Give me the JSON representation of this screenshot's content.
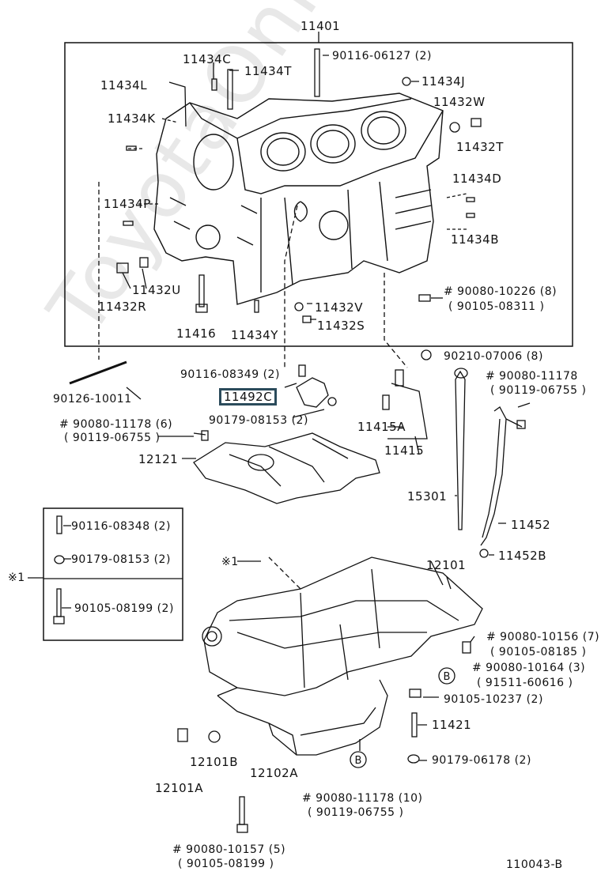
{
  "watermark": "ToyotaOnlineMe.ru",
  "figure_code": "110043-B",
  "labels": {
    "p11401": "11401",
    "p11434C": "11434C",
    "p11434T": "11434T",
    "p90116_06127": "90116-06127 (2)",
    "p11434L": "11434L",
    "p11434J": "11434J",
    "p11432W": "11432W",
    "p11434K": "11434K",
    "p11432T": "11432T",
    "p11434D": "11434D",
    "p11434P": "11434P",
    "p11434B": "11434B",
    "p11432U": "11432U",
    "p11432R": "11432R",
    "p90080_10226": "# 90080-10226 (8)",
    "p90105_08311": "( 90105-08311 )",
    "p11432V": "11432V",
    "p11432S": "11432S",
    "p11416": "11416",
    "p11434Y": "11434Y",
    "p90210_07006": "90210-07006 (8)",
    "p90116_08349": "90116-08349 (2)",
    "p90080_11178_top": "# 90080-11178",
    "p90119_06755_top": "( 90119-06755 )",
    "p90126_10011": "90126-10011",
    "p11492C": "11492C",
    "p90179_08153_2": "90179-08153 (2)",
    "p11415A": "11415A",
    "p90080_11178_6": "# 90080-11178 (6)",
    "p90119_06755_6": "( 90119-06755 )",
    "p11415": "11415",
    "p12121": "12121",
    "p15301": "15301",
    "p11452": "11452",
    "p90116_08348": "90116-08348 (2)",
    "p90179_08153": "90179-08153 (2)",
    "p11452B": "11452B",
    "pX1_left": "※1",
    "pX1_pan": "※1",
    "p12101": "12101",
    "p90105_08199": "90105-08199 (2)",
    "p90080_10156": "# 90080-10156 (7)",
    "p90105_08185": "( 90105-08185 )",
    "p90080_10164": "# 90080-10164 (3)",
    "p91511_60616": "( 91511-60616 )",
    "p90105_10237": "90105-10237 (2)",
    "p11421": "11421",
    "p90179_06178": "90179-06178 (2)",
    "p12101B": "12101B",
    "p12102A": "12102A",
    "p12101A": "12101A",
    "p90080_11178_10": "# 90080-11178 (10)",
    "p90119_06755_10": "( 90119-06755 )",
    "p90080_10157": "# 90080-10157 (5)",
    "p90105_08199b": "( 90105-08199 )",
    "circleB": "B"
  }
}
